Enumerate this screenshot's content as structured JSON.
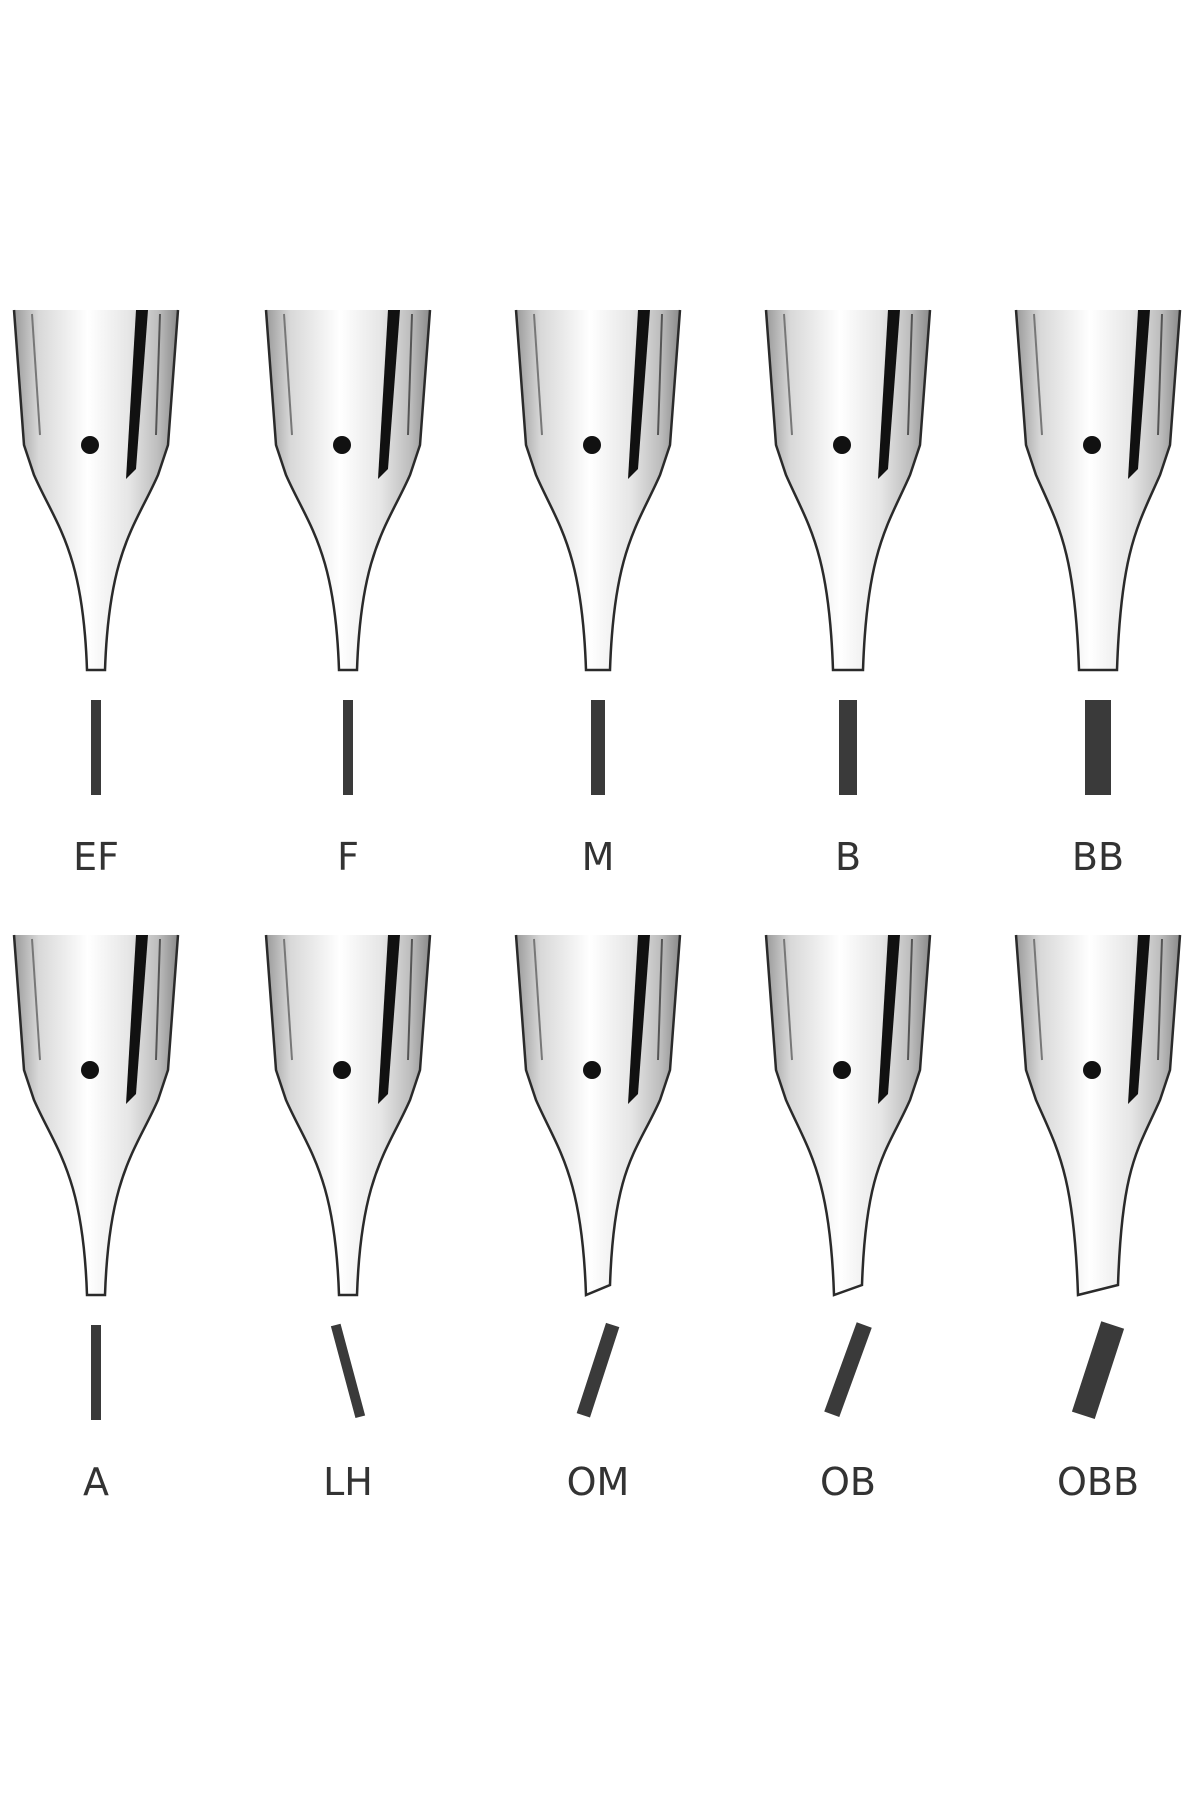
{
  "rows": [
    {
      "nibs": [
        {
          "label": "EF",
          "stroke_angle_deg": 0,
          "tip": "fine"
        },
        {
          "label": "F",
          "stroke_angle_deg": 0,
          "tip": "fine"
        },
        {
          "label": "M",
          "stroke_angle_deg": 0,
          "tip": "medium"
        },
        {
          "label": "B",
          "stroke_angle_deg": 0,
          "tip": "broad"
        },
        {
          "label": "BB",
          "stroke_angle_deg": 0,
          "tip": "double-broad"
        }
      ]
    },
    {
      "nibs": [
        {
          "label": "A",
          "stroke_angle_deg": 0,
          "tip": "fine"
        },
        {
          "label": "LH",
          "stroke_angle_deg": 15,
          "tip": "fine"
        },
        {
          "label": "OM",
          "stroke_angle_deg": -18,
          "tip": "oblique-medium"
        },
        {
          "label": "OB",
          "stroke_angle_deg": -20,
          "tip": "oblique-broad"
        },
        {
          "label": "OBB",
          "stroke_angle_deg": -18,
          "tip": "oblique-double-broad"
        }
      ]
    }
  ],
  "colors": {
    "nib_outline": "#2a2a2a",
    "stroke_fill": "#3a3a3a",
    "breather_hole": "#111111",
    "label_text": "#333333",
    "background": "#ffffff"
  }
}
